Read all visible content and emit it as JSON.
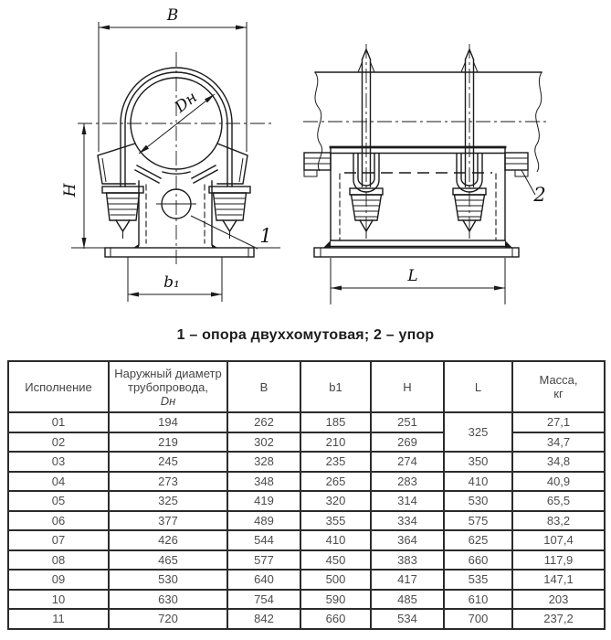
{
  "colors": {
    "ink": "#1a1a1a",
    "table_text": "#4d4d4d",
    "background": "#ffffff"
  },
  "drawing": {
    "front_view": {
      "dim_width_top": "B",
      "dim_diameter": "Dн",
      "dim_height": "H",
      "dim_base_width": "b₁",
      "part_number": "1"
    },
    "side_view": {
      "dim_length": "L",
      "part_number": "2"
    }
  },
  "caption": "1 – опора двуххомутовая; 2 – упор",
  "table": {
    "columns": [
      {
        "label": "Исполнение"
      },
      {
        "label": "Наружный диаметр трубопровода,",
        "sub": "Dн",
        "sub_italic": true
      },
      {
        "label": "B"
      },
      {
        "label": "b1"
      },
      {
        "label": "H"
      },
      {
        "label": "L"
      },
      {
        "label": "Масса,",
        "sub": "кг"
      }
    ],
    "rows": [
      [
        {
          "v": "01"
        },
        {
          "v": "194"
        },
        {
          "v": "262"
        },
        {
          "v": "185"
        },
        {
          "v": "251"
        },
        {
          "v": "325",
          "rs": 2
        },
        {
          "v": "27,1"
        }
      ],
      [
        {
          "v": "02"
        },
        {
          "v": "219"
        },
        {
          "v": "302"
        },
        {
          "v": "210"
        },
        {
          "v": "269"
        },
        {
          "v": "34,7"
        }
      ],
      [
        {
          "v": "03"
        },
        {
          "v": "245"
        },
        {
          "v": "328"
        },
        {
          "v": "235"
        },
        {
          "v": "274"
        },
        {
          "v": "350"
        },
        {
          "v": "34,8"
        }
      ],
      [
        {
          "v": "04"
        },
        {
          "v": "273"
        },
        {
          "v": "348"
        },
        {
          "v": "265"
        },
        {
          "v": "283"
        },
        {
          "v": "410"
        },
        {
          "v": "40,9"
        }
      ],
      [
        {
          "v": "05"
        },
        {
          "v": "325"
        },
        {
          "v": "419"
        },
        {
          "v": "320"
        },
        {
          "v": "314"
        },
        {
          "v": "530"
        },
        {
          "v": "65,5"
        }
      ],
      [
        {
          "v": "06"
        },
        {
          "v": "377"
        },
        {
          "v": "489"
        },
        {
          "v": "355"
        },
        {
          "v": "334"
        },
        {
          "v": "575"
        },
        {
          "v": "83,2"
        }
      ],
      [
        {
          "v": "07"
        },
        {
          "v": "426"
        },
        {
          "v": "544"
        },
        {
          "v": "410"
        },
        {
          "v": "364"
        },
        {
          "v": "625"
        },
        {
          "v": "107,4"
        }
      ],
      [
        {
          "v": "08"
        },
        {
          "v": "465"
        },
        {
          "v": "577"
        },
        {
          "v": "450"
        },
        {
          "v": "383"
        },
        {
          "v": "660"
        },
        {
          "v": "117,9"
        }
      ],
      [
        {
          "v": "09"
        },
        {
          "v": "530"
        },
        {
          "v": "640"
        },
        {
          "v": "500"
        },
        {
          "v": "417"
        },
        {
          "v": "535"
        },
        {
          "v": "147,1"
        }
      ],
      [
        {
          "v": "10"
        },
        {
          "v": "630"
        },
        {
          "v": "754"
        },
        {
          "v": "590"
        },
        {
          "v": "485"
        },
        {
          "v": "610"
        },
        {
          "v": "203"
        }
      ],
      [
        {
          "v": "11"
        },
        {
          "v": "720"
        },
        {
          "v": "842"
        },
        {
          "v": "660"
        },
        {
          "v": "534"
        },
        {
          "v": "700"
        },
        {
          "v": "237,2"
        }
      ]
    ]
  }
}
